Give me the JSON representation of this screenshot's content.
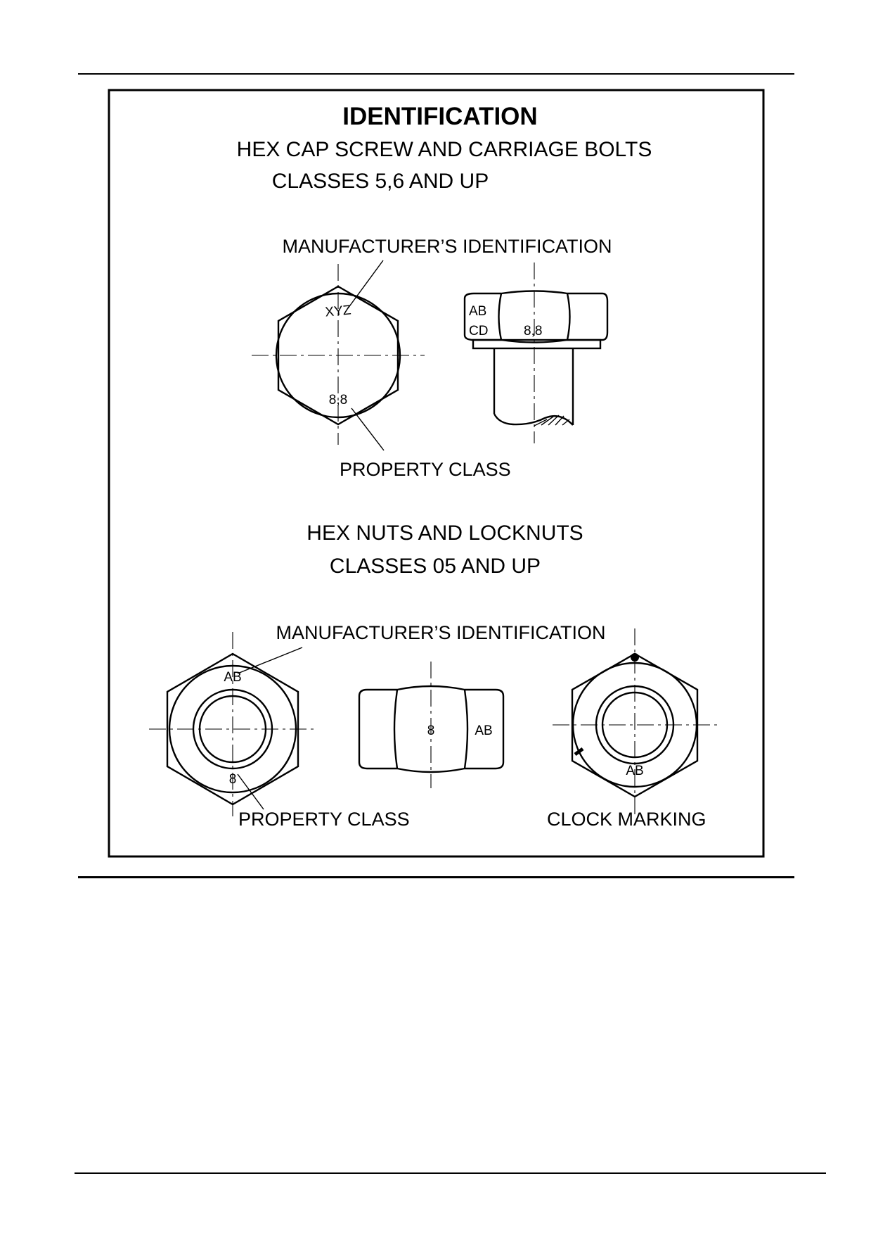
{
  "figure": {
    "title": "IDENTIFICATION",
    "bolts_heading": "HEX CAP SCREW AND CARRIAGE BOLTS",
    "bolts_classes": "CLASSES 5,6 AND UP",
    "bolts_manufacturer_label": "MANUFACTURER’S IDENTIFICATION",
    "bolts_property_label": "PROPERTY CLASS",
    "bolt_head_mark_top": "XYZ",
    "bolt_head_mark_bottom": "8,8",
    "bolt_side_mark_1": "AB",
    "bolt_side_mark_2": "CD",
    "bolt_side_mark_3": "8,8",
    "nuts_heading": "HEX NUTS AND LOCKNUTS",
    "nuts_classes": "CLASSES 05 AND UP",
    "nuts_manufacturer_label": "MANUFACTURER’S IDENTIFICATION",
    "nuts_property_label": "PROPERTY CLASS",
    "nuts_clock_label": "CLOCK MARKING",
    "nut_face_mark_top": "AB",
    "nut_face_mark_bottom": "8",
    "nut_side_mark_class": "8",
    "nut_side_mark_maker": "AB",
    "clock_nut_mark": "AB"
  }
}
